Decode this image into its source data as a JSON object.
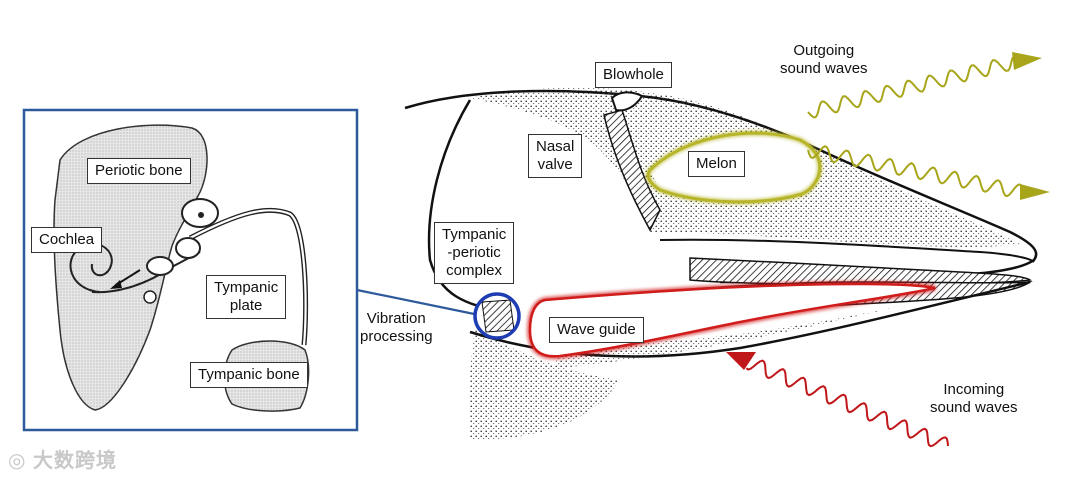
{
  "labels": {
    "periotic_bone": "Periotic bone",
    "cochlea": "Cochlea",
    "tympanic_plate_1": "Tympanic",
    "tympanic_plate_2": "plate",
    "tympanic_bone": "Tympanic bone",
    "vibration_1": "Vibration",
    "vibration_2": "processing",
    "tpc_1": "Tympanic",
    "tpc_2": "-periotic",
    "tpc_3": "complex",
    "nasal_1": "Nasal",
    "nasal_2": "valve",
    "blowhole": "Blowhole",
    "melon": "Melon",
    "wave_guide": "Wave guide",
    "outgoing_1": "Outgoing",
    "outgoing_2": "sound waves",
    "incoming_1": "Incoming",
    "incoming_2": "sound waves"
  },
  "watermark": "大数跨境",
  "colors": {
    "inset_border": "#2e5a9c",
    "melon_outline": "#b7b52a",
    "wave_guide_outline": "#d11c1c",
    "complex_circle": "#1f3db3",
    "outgoing_arrow": "#a8a51a",
    "incoming_arrow": "#c0181a"
  }
}
